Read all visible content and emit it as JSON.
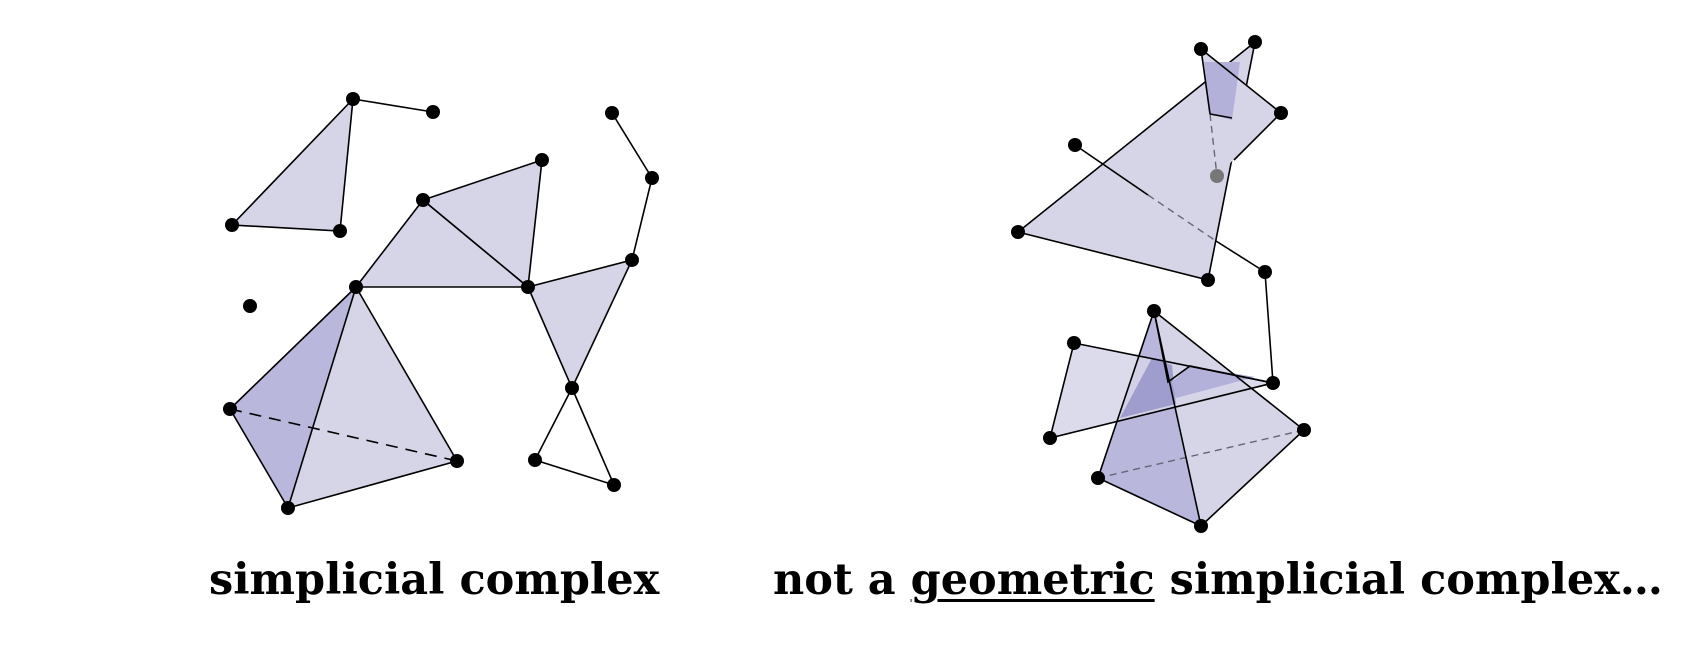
{
  "captions": {
    "left": "simplicial complex",
    "right_prefix": "not a",
    "right_underlined": "geometric",
    "right_suffix": "simplicial complex…"
  },
  "colors": {
    "face_fill": "#d6d5e8",
    "face_fill_dark": "#b9b7dc",
    "face_fill_darker": "#a4a1d0",
    "edge": "#000000",
    "vertex": "#000000",
    "hidden_vertex": "#777777",
    "hidden_edge": "#555566"
  }
}
